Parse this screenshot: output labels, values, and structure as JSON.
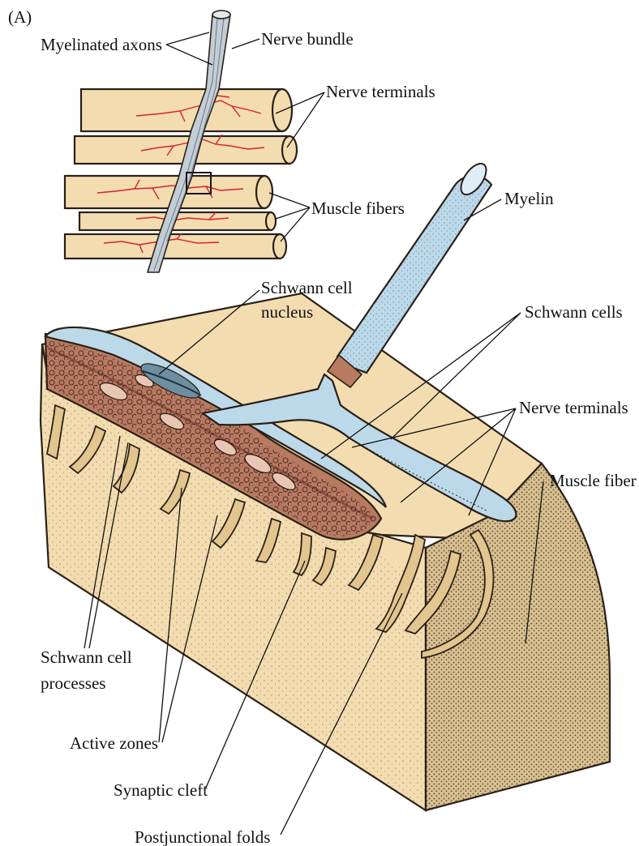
{
  "panel_label": "(A)",
  "labels": {
    "myelinated_axons": "Myelinated axons",
    "nerve_bundle": "Nerve bundle",
    "nerve_terminals_top": "Nerve terminals",
    "muscle_fibers": "Muscle fibers",
    "myelin": "Myelin",
    "schwann_cell_nucleus_1": "Schwann cell",
    "schwann_cell_nucleus_2": "nucleus",
    "schwann_cells": "Schwann cells",
    "nerve_terminals_bottom": "Nerve terminals",
    "muscle_fiber": "Muscle fiber",
    "schwann_cell_processes_1": "Schwann cell",
    "schwann_cell_processes_2": "processes",
    "active_zones": "Active zones",
    "synaptic_cleft": "Synaptic cleft",
    "postjunctional_folds": "Postjunctional folds"
  },
  "colors": {
    "muscle": "#f3dcb0",
    "muscle_section": "#d7bf90",
    "myelin": "#bcd9ea",
    "terminal": "#b97a62",
    "terminal_dark": "#8f5344",
    "fold": "#e2c58f",
    "nerve_red": "#d8202a"
  }
}
